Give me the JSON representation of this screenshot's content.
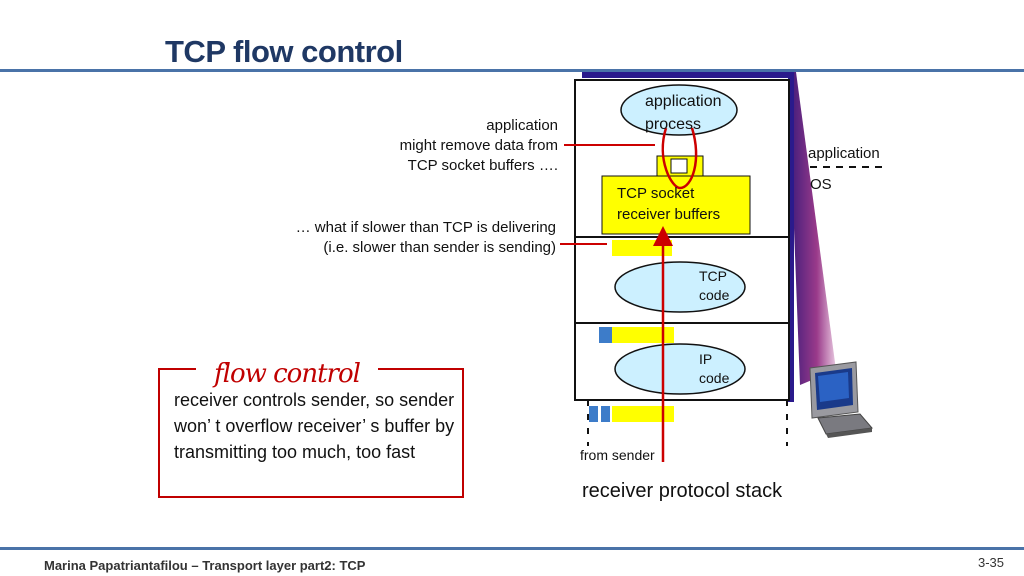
{
  "title": "TCP flow control",
  "notes": {
    "remove_line1": "application",
    "remove_line2": "might remove data from",
    "remove_line3": "TCP socket buffers ….",
    "slow_line1": "… what if slower than TCP  is delivering",
    "slow_line2": "(i.e. slower than sender is sending)"
  },
  "stack": {
    "app_process_line1": "application",
    "app_process_line2": "process",
    "socket_line1": "TCP socket",
    "socket_line2": "receiver buffers",
    "tcp_line1": "TCP",
    "tcp_line2": "code",
    "ip_line1": "IP",
    "ip_line2": "code",
    "from_sender": "from sender",
    "caption": "receiver protocol stack"
  },
  "side_labels": {
    "application": "application",
    "os": "OS"
  },
  "flow_control": {
    "title": "flow control",
    "body": "receiver controls sender, so sender won’ t overflow receiver’ s buffer by transmitting too much, too fast"
  },
  "footer": "Marina Papatriantafilou –  Transport layer part2: TCP",
  "page_number": "3-35",
  "colors": {
    "title": "#1f3864",
    "rule": "#4a73a8",
    "accent_red": "#c00000",
    "arrow_red": "#cc0000",
    "buffer_yellow": "#ffff00",
    "oval_fill": "#ccf0ff",
    "packet_blue": "#3d7cc9",
    "os_panel": "#2a1a8c"
  },
  "icons": [
    "computer-icon"
  ]
}
